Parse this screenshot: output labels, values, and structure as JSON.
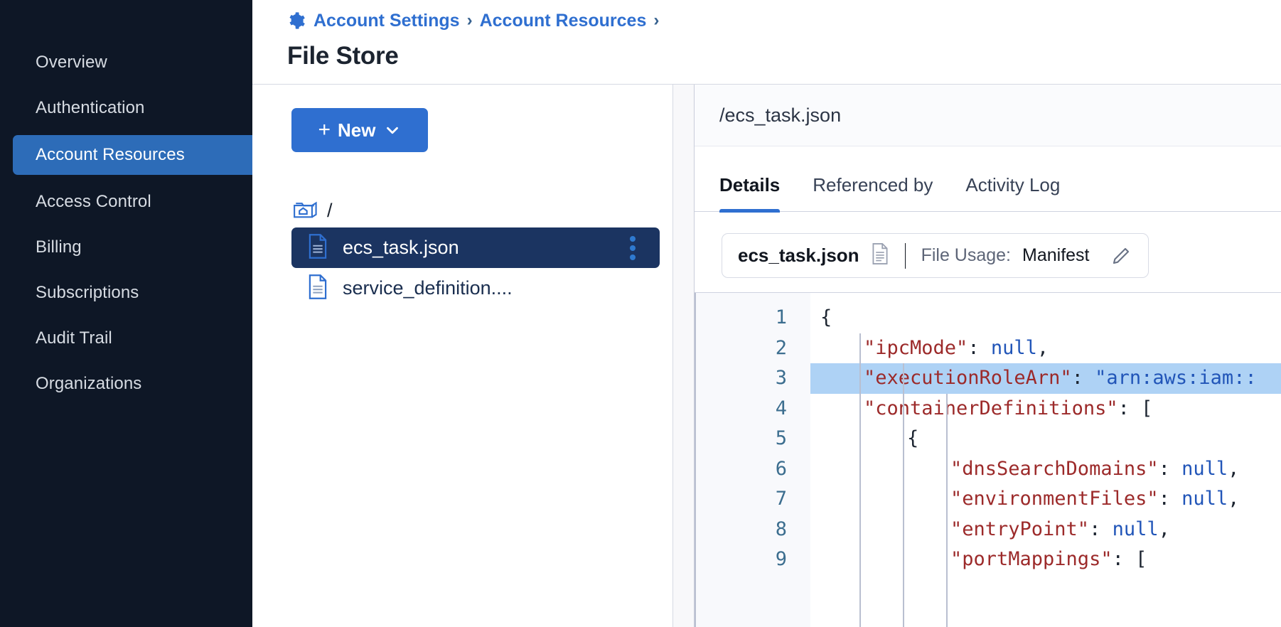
{
  "sidebar": {
    "items": [
      {
        "label": "Overview",
        "active": false
      },
      {
        "label": "Authentication",
        "active": false
      },
      {
        "label": "Account Resources",
        "active": true
      },
      {
        "label": "Access Control",
        "active": false
      },
      {
        "label": "Billing",
        "active": false
      },
      {
        "label": "Subscriptions",
        "active": false
      },
      {
        "label": "Audit Trail",
        "active": false
      },
      {
        "label": "Organizations",
        "active": false
      }
    ]
  },
  "header": {
    "gear_icon": "gear-icon",
    "breadcrumb": [
      {
        "label": "Account Settings"
      },
      {
        "label": "Account Resources"
      }
    ],
    "separator": "›",
    "title": "File Store"
  },
  "browser": {
    "new_button": {
      "plus": "+",
      "label": "New",
      "chevron": "chevron-down-icon"
    },
    "root": {
      "icon": "folder-home-icon",
      "label": "/"
    },
    "files": [
      {
        "icon": "file-icon",
        "name": "ecs_task.json",
        "selected": true,
        "kebab": "kebab-menu-icon"
      },
      {
        "icon": "file-icon",
        "name": "service_definition....",
        "selected": false
      }
    ]
  },
  "detail": {
    "path": "/ecs_task.json",
    "tabs": [
      {
        "label": "Details",
        "active": true
      },
      {
        "label": "Referenced by",
        "active": false
      },
      {
        "label": "Activity Log",
        "active": false
      }
    ],
    "meta": {
      "file_name": "ecs_task.json",
      "file_icon": "document-icon",
      "usage_label": "File Usage:",
      "usage_value": "Manifest",
      "edit_icon": "pencil-icon"
    },
    "editor": {
      "line_numbers": [
        "1",
        "2",
        "3",
        "4",
        "5",
        "6",
        "7",
        "8",
        "9"
      ],
      "lines": [
        {
          "n": "1",
          "indent": 0,
          "highlight": false,
          "tokens": [
            {
              "t": "p",
              "s": "{"
            }
          ]
        },
        {
          "n": "2",
          "indent": 1,
          "highlight": false,
          "tokens": [
            {
              "t": "k",
              "s": "\"ipcMode\""
            },
            {
              "t": "p",
              "s": ": "
            },
            {
              "t": "v",
              "s": "null"
            },
            {
              "t": "p",
              "s": ","
            }
          ]
        },
        {
          "n": "3",
          "indent": 1,
          "highlight": true,
          "tokens": [
            {
              "t": "k",
              "s": "\"executionRoleArn\""
            },
            {
              "t": "p",
              "s": ": "
            },
            {
              "t": "v",
              "s": "\"arn:aws:iam::"
            }
          ]
        },
        {
          "n": "4",
          "indent": 1,
          "highlight": false,
          "tokens": [
            {
              "t": "k",
              "s": "\"containerDefinitions\""
            },
            {
              "t": "p",
              "s": ": ["
            }
          ]
        },
        {
          "n": "5",
          "indent": 2,
          "highlight": false,
          "tokens": [
            {
              "t": "p",
              "s": "{"
            }
          ]
        },
        {
          "n": "6",
          "indent": 3,
          "highlight": false,
          "tokens": [
            {
              "t": "k",
              "s": "\"dnsSearchDomains\""
            },
            {
              "t": "p",
              "s": ": "
            },
            {
              "t": "v",
              "s": "null"
            },
            {
              "t": "p",
              "s": ","
            }
          ]
        },
        {
          "n": "7",
          "indent": 3,
          "highlight": false,
          "tokens": [
            {
              "t": "k",
              "s": "\"environmentFiles\""
            },
            {
              "t": "p",
              "s": ": "
            },
            {
              "t": "v",
              "s": "null"
            },
            {
              "t": "p",
              "s": ","
            }
          ]
        },
        {
          "n": "8",
          "indent": 3,
          "highlight": false,
          "tokens": [
            {
              "t": "k",
              "s": "\"entryPoint\""
            },
            {
              "t": "p",
              "s": ": "
            },
            {
              "t": "v",
              "s": "null"
            },
            {
              "t": "p",
              "s": ","
            }
          ]
        },
        {
          "n": "9",
          "indent": 3,
          "highlight": false,
          "tokens": [
            {
              "t": "k",
              "s": "\"portMappings\""
            },
            {
              "t": "p",
              "s": ": ["
            }
          ]
        }
      ]
    }
  },
  "colors": {
    "sidebar_bg": "#0e1726",
    "accent_blue": "#2f6fd0",
    "active_nav": "#2d6cb8",
    "selected_row": "#1b3461",
    "highlight_line": "#aed2f5",
    "json_key": "#9c2a2a",
    "json_value": "#2155b8",
    "line_number": "#3c6e8f"
  }
}
